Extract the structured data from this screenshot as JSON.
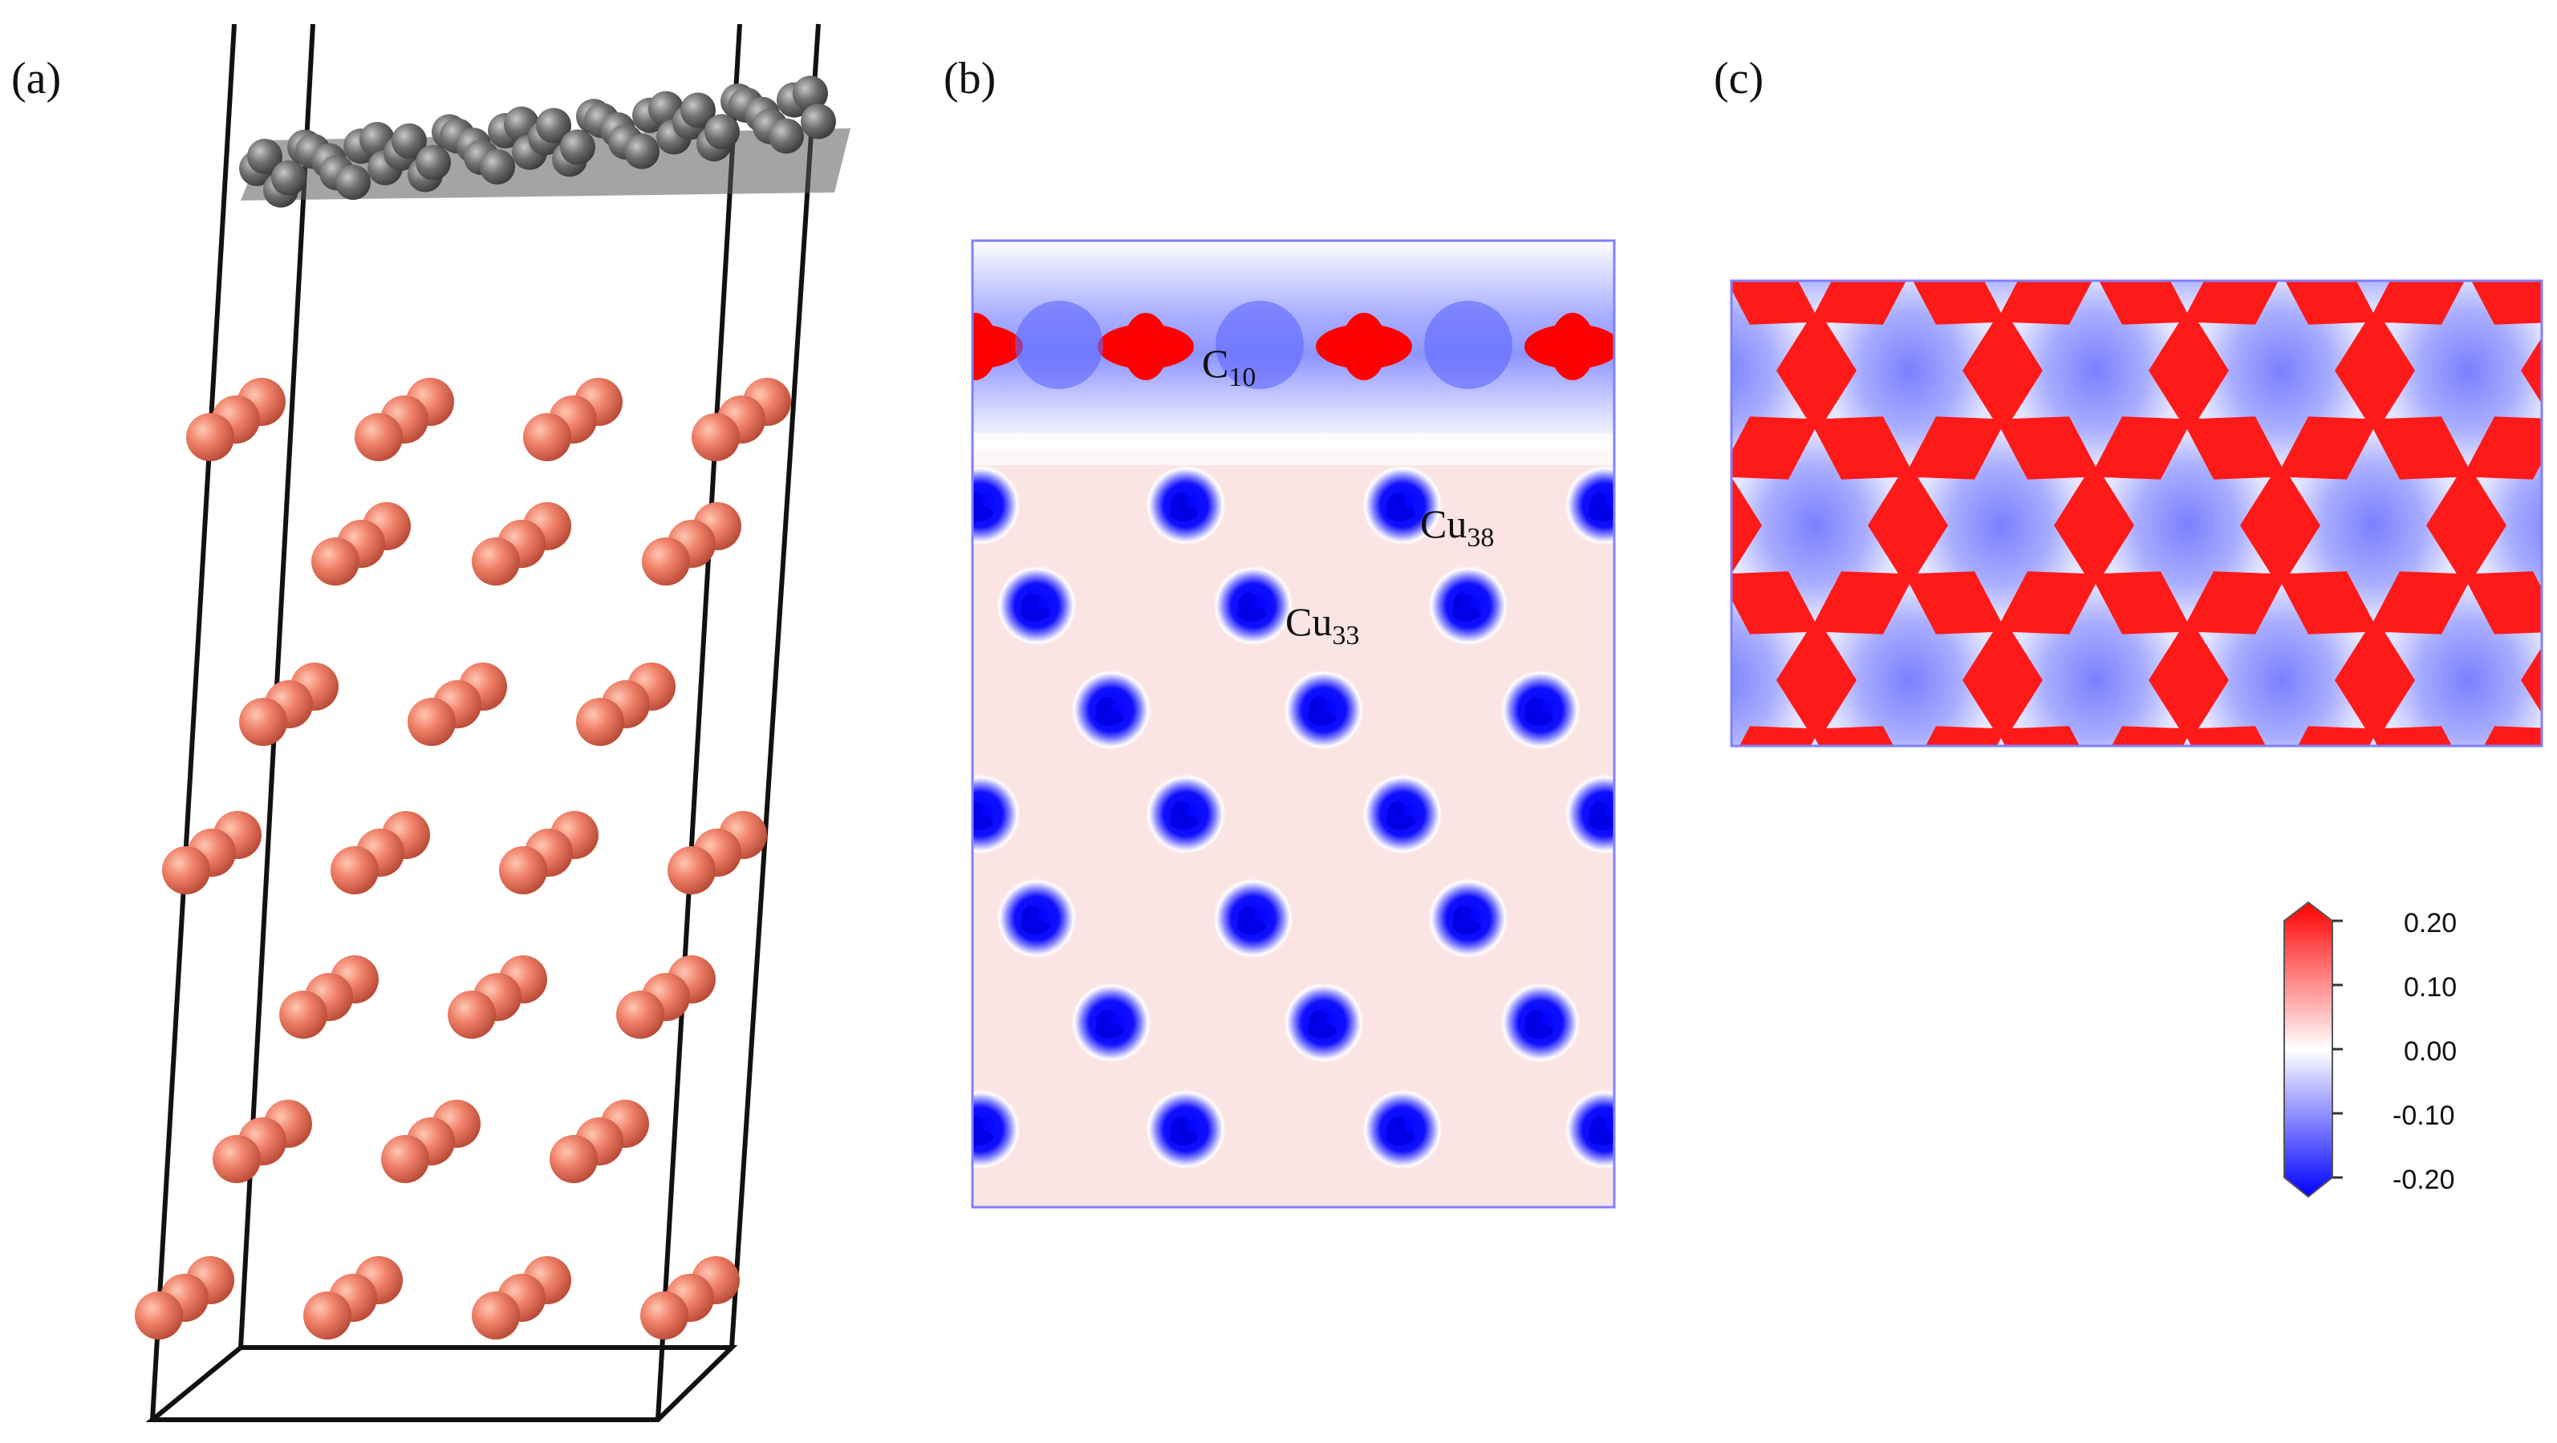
{
  "panels": {
    "a": {
      "label": "(a)"
    },
    "b": {
      "label": "(b)",
      "atom_labels": [
        {
          "element": "C",
          "index": "10"
        },
        {
          "element": "Cu",
          "index": "38"
        },
        {
          "element": "Cu",
          "index": "33"
        }
      ]
    },
    "c": {
      "label": "(c)"
    }
  },
  "colorbar": {
    "ticks": [
      "0.20",
      "0.10",
      "0.00",
      "-0.10",
      "-0.20"
    ],
    "colors": {
      "max": "#ff0000",
      "mid": "#ffffff",
      "min": "#0000ff"
    }
  },
  "colors": {
    "cu_atom": "#f08068",
    "c_atom": "#6e6e6e",
    "cell_edge": "#111111",
    "map_border": "#8080ff"
  }
}
